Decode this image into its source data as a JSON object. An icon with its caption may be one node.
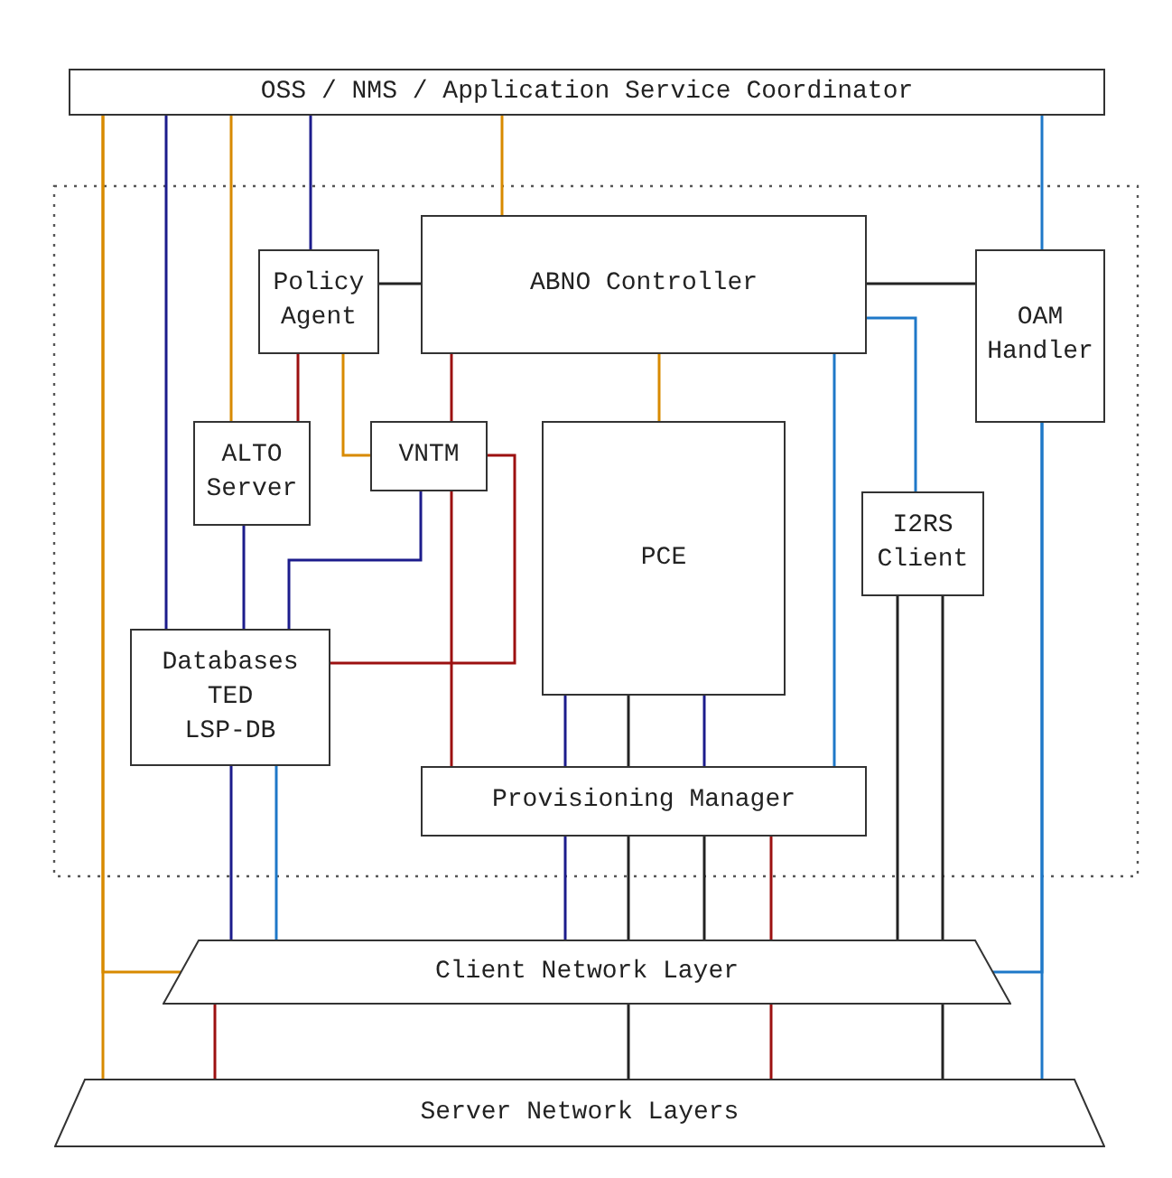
{
  "diagram": {
    "nodes": [
      {
        "text": [
          "OSS / NMS / Application Service Coordinator"
        ]
      },
      {
        "text": [
          "Policy Agent"
        ]
      },
      {
        "text": [
          "ABNO Controller"
        ]
      },
      {
        "text": [
          "OAM Handler"
        ]
      },
      {
        "text": [
          "ALTO Server"
        ]
      },
      {
        "text": [
          "VNTM"
        ]
      },
      {
        "text": [
          "PCE"
        ]
      },
      {
        "text": [
          "I2RS Client"
        ]
      },
      {
        "text": [
          "Databases",
          "TED",
          "LSP-DB"
        ]
      },
      {
        "text": [
          "Provisioning Manager"
        ]
      },
      {
        "text": [
          "Client Network Layer"
        ]
      },
      {
        "text": [
          "Server Network Layers"
        ]
      }
    ],
    "edges": [
      {
        "from": 0,
        "to": 10,
        "arrow": "none",
        "color": "#d88a00"
      },
      {
        "from": 0,
        "to": 11,
        "arrow": "none",
        "color": "#d88a00"
      },
      {
        "from": 0,
        "to": 8,
        "arrow": "none",
        "color": "#1c1c8c"
      },
      {
        "from": 0,
        "to": 4,
        "arrow": "none",
        "color": "#d88a00"
      },
      {
        "from": 0,
        "to": 1,
        "arrow": "none",
        "color": "#1c1c8c"
      },
      {
        "from": 0,
        "to": 2,
        "arrow": "none",
        "color": "#d88a00"
      },
      {
        "from": 0,
        "to": 3,
        "arrow": "none",
        "color": "#1e78c8"
      },
      {
        "from": 1,
        "to": 2,
        "arrow": "none",
        "color": "#222222"
      },
      {
        "from": 1,
        "to": 4,
        "arrow": "none",
        "color": "#9c1010"
      },
      {
        "from": 1,
        "to": 5,
        "arrow": "none",
        "color": "#d88a00"
      },
      {
        "from": 2,
        "to": 5,
        "arrow": "none",
        "color": "#9c1010"
      },
      {
        "from": 2,
        "to": 6,
        "arrow": "none",
        "color": "#d88a00"
      },
      {
        "from": 2,
        "to": 9,
        "arrow": "none",
        "color": "#1e78c8"
      },
      {
        "from": 2,
        "to": 3,
        "arrow": "none",
        "color": "#222222"
      },
      {
        "from": 2,
        "to": 7,
        "arrow": "none",
        "color": "#1e78c8"
      },
      {
        "from": 4,
        "to": 8,
        "arrow": "none",
        "color": "#1c1c8c"
      },
      {
        "from": 5,
        "to": 8,
        "arrow": "none",
        "color": "#9c1010"
      },
      {
        "from": 5,
        "to": 8,
        "arrow": "none",
        "color": "#1c1c8c"
      },
      {
        "from": 5,
        "to": 9,
        "arrow": "none",
        "color": "#9c1010"
      },
      {
        "from": 6,
        "to": 9,
        "arrow": "none",
        "color": "#1c1c8c"
      },
      {
        "from": 6,
        "to": 9,
        "arrow": "none",
        "color": "#222222"
      },
      {
        "from": 6,
        "to": 9,
        "arrow": "none",
        "color": "#1c1c8c"
      },
      {
        "from": 8,
        "to": 10,
        "arrow": "none",
        "color": "#1c1c8c"
      },
      {
        "from": 8,
        "to": 10,
        "arrow": "none",
        "color": "#1e78c8"
      },
      {
        "from": 9,
        "to": 10,
        "arrow": "none",
        "color": "#1c1c8c"
      },
      {
        "from": 9,
        "to": 10,
        "arrow": "none",
        "color": "#222222"
      },
      {
        "from": 9,
        "to": 10,
        "arrow": "none",
        "color": "#222222"
      },
      {
        "from": 9,
        "to": 10,
        "arrow": "none",
        "color": "#9c1010"
      },
      {
        "from": 7,
        "to": 10,
        "arrow": "none",
        "color": "#222222"
      },
      {
        "from": 7,
        "to": 10,
        "arrow": "none",
        "color": "#222222"
      },
      {
        "from": 3,
        "to": 10,
        "arrow": "none",
        "color": "#1e78c8"
      },
      {
        "from": 3,
        "to": 11,
        "arrow": "none",
        "color": "#1e78c8"
      },
      {
        "from": 10,
        "to": 11,
        "arrow": "none",
        "color": "#9c1010"
      },
      {
        "from": 10,
        "to": 11,
        "arrow": "none",
        "color": "#222222"
      },
      {
        "from": 10,
        "to": 11,
        "arrow": "none",
        "color": "#9c1010"
      },
      {
        "from": 10,
        "to": 11,
        "arrow": "none",
        "color": "#222222"
      }
    ]
  }
}
